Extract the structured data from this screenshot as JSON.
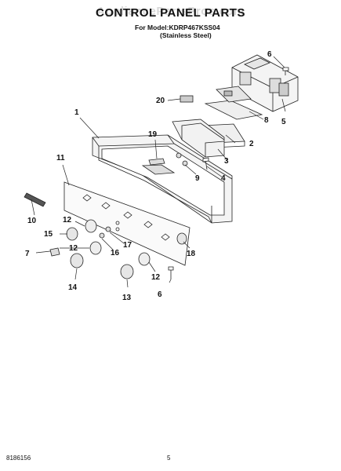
{
  "watermark": "AppliancePartsPros.com",
  "title": "CONTROL PANEL PARTS",
  "model_line": "For Model:KDRP467KSS04",
  "finish_line": "(Stainless Steel)",
  "footer": {
    "doc_number": "8186156",
    "page_number": "5"
  },
  "callouts": [
    "1",
    "2",
    "3",
    "4",
    "5",
    "6",
    "6",
    "7",
    "8",
    "9",
    "10",
    "11",
    "12",
    "12",
    "12",
    "13",
    "14",
    "15",
    "16",
    "17",
    "18",
    "19",
    "20"
  ]
}
